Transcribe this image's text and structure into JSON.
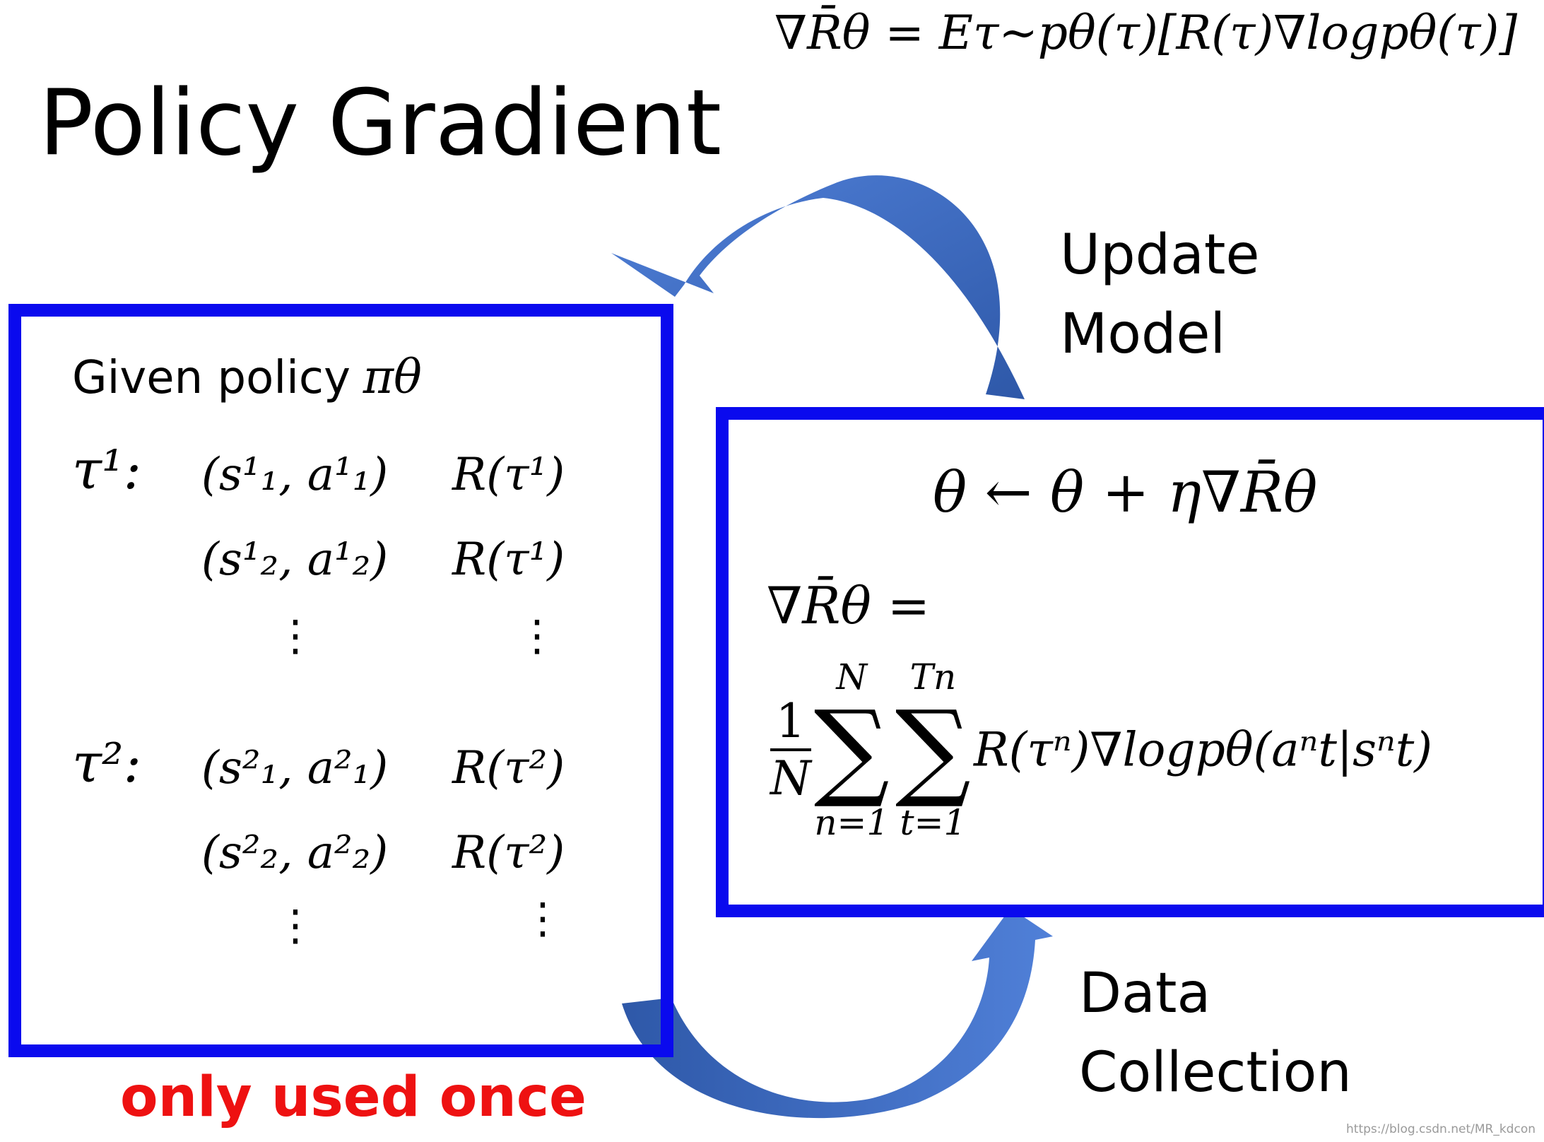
{
  "title": "Policy Gradient",
  "top_formula": "∇R̄θ = Eτ~pθ(τ)[R(τ)∇logpθ(τ)]",
  "left_box": {
    "given_label": "Given policy",
    "policy_symbol": "πθ",
    "trajectories": [
      {
        "label": "τ¹:",
        "pairs": [
          "(s¹₁, a¹₁)",
          "(s¹₂, a¹₂)"
        ],
        "rewards": [
          "R(τ¹)",
          "R(τ¹)"
        ]
      },
      {
        "label": "τ²:",
        "pairs": [
          "(s²₁, a²₁)",
          "(s²₂, a²₂)"
        ],
        "rewards": [
          "R(τ²)",
          "R(τ²)"
        ]
      }
    ],
    "ellipsis": "⋮"
  },
  "right_box": {
    "update_rule": "θ ← θ + η∇R̄θ",
    "gradient_lhs": "∇R̄θ =",
    "frac_num": "1",
    "frac_den": "N",
    "sum_outer_upper": "N",
    "sum_outer_lower": "n=1",
    "sum_inner_upper": "Tn",
    "sum_inner_lower": "t=1",
    "sum_symbol": "∑",
    "summand": "R(τⁿ)∇logpθ(aⁿt|sⁿt)"
  },
  "labels": {
    "update": [
      "Update",
      "Model"
    ],
    "data": [
      "Data",
      "Collection"
    ],
    "note": "only used once"
  },
  "watermark": "https://blog.csdn.net/MR_kdcon",
  "colors": {
    "box": "#0a0aee",
    "arrow": "#3e6ec8",
    "arrow_dark": "#2e58a8",
    "note": "#ee1111"
  }
}
